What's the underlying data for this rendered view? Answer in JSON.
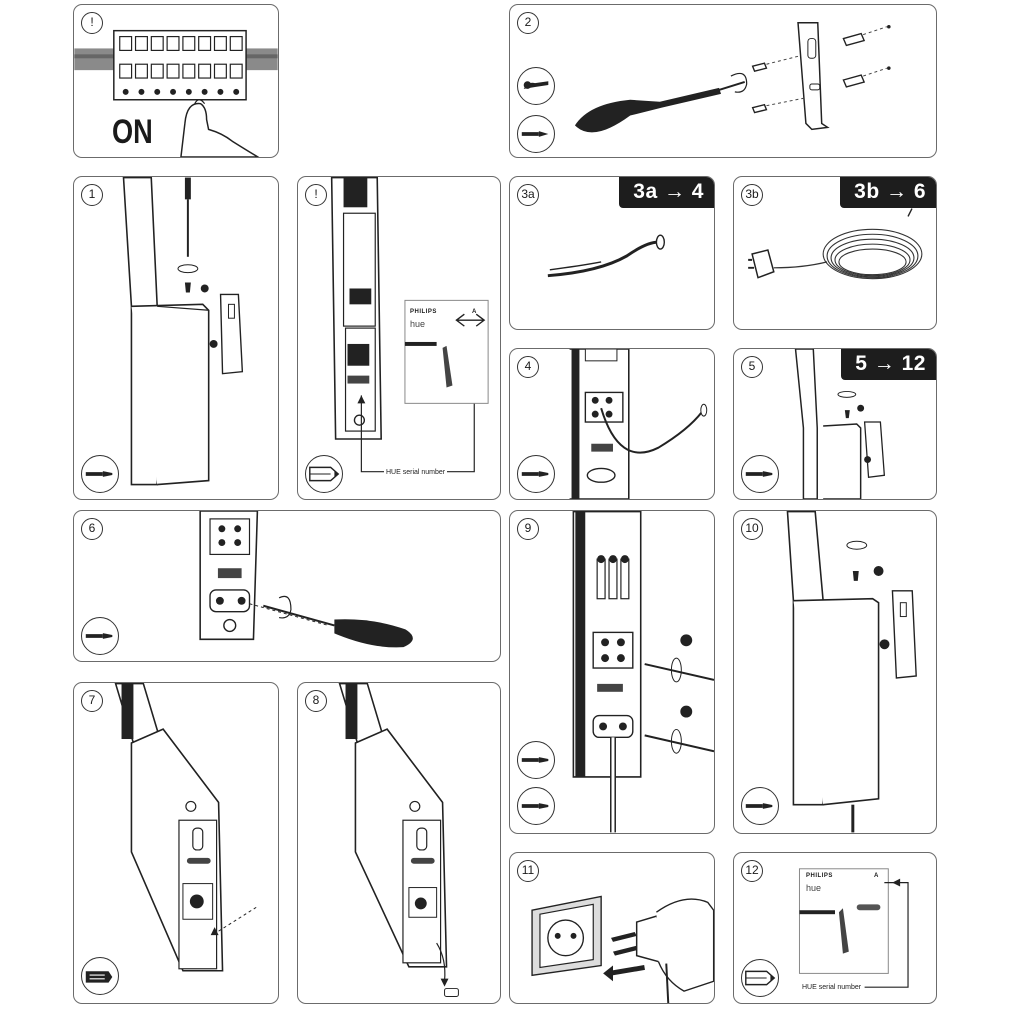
{
  "steps": {
    "warning_top": "!",
    "two": "2",
    "one": "1",
    "warning_mid": "!",
    "three_a": "3a",
    "three_b": "3b",
    "four": "4",
    "five": "5",
    "six": "6",
    "seven": "7",
    "eight": "8",
    "nine": "9",
    "ten": "10",
    "eleven": "11",
    "twelve": "12"
  },
  "banners": {
    "three_a": "3a → 4",
    "three_b": "3b → 6",
    "five": "5 → 12"
  },
  "labels": {
    "on": "ON",
    "serial_a": "HUE serial number",
    "serial_b": "HUE serial number",
    "marker_1": "1",
    "marker_2": "2"
  },
  "card": {
    "brand": "PHILIPS",
    "product": "hue",
    "energy_class": "A"
  },
  "icons": [
    "phillips-screwdriver-icon",
    "flat-screwdriver-icon",
    "pencil-icon",
    "hand-icon",
    "marker-icon"
  ]
}
